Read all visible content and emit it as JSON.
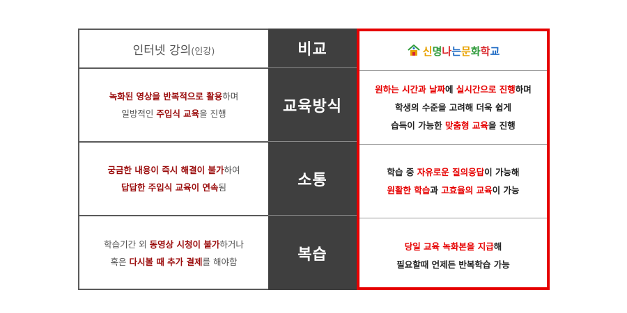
{
  "header": {
    "left_main": "인터넷 강의",
    "left_paren": "(인강)",
    "mid": "비교",
    "brand": {
      "chars": [
        {
          "t": "신",
          "color": "#e8a200"
        },
        {
          "t": "명",
          "color": "#2e9a3a"
        },
        {
          "t": "나",
          "color": "#d9262b"
        },
        {
          "t": "는",
          "color": "#1e6bc4"
        },
        {
          "t": "문",
          "color": "#e8a200"
        },
        {
          "t": "화",
          "color": "#2e9a3a"
        },
        {
          "t": "학",
          "color": "#d9262b"
        },
        {
          "t": "교",
          "color": "#1e6bc4"
        }
      ]
    }
  },
  "rows": [
    {
      "mid": "교육방식",
      "left": [
        [
          {
            "t": "녹화된 영상을 반복적으로 활용",
            "s": "dark"
          },
          {
            "t": "하며",
            "s": ""
          }
        ],
        [
          {
            "t": "일방적인 ",
            "s": ""
          },
          {
            "t": "주입식 교육",
            "s": "dark"
          },
          {
            "t": "을 진행",
            "s": ""
          }
        ]
      ],
      "right": [
        [
          {
            "t": "원하는 시간과 날짜",
            "s": "red"
          },
          {
            "t": "에 ",
            "s": ""
          },
          {
            "t": "실시간으로 진행",
            "s": "red"
          },
          {
            "t": "하며",
            "s": ""
          }
        ],
        [
          {
            "t": "학생의 수준을 고려해 더욱 쉽게",
            "s": ""
          }
        ],
        [
          {
            "t": "습득이 가능한 ",
            "s": ""
          },
          {
            "t": "맞춤형 교육",
            "s": "red"
          },
          {
            "t": "을 진행",
            "s": ""
          }
        ]
      ]
    },
    {
      "mid": "소통",
      "left": [
        [
          {
            "t": "궁금한 내용이 즉시 해결이 불가",
            "s": "dark"
          },
          {
            "t": "하여",
            "s": ""
          }
        ],
        [
          {
            "t": "답답한 주입식 교육이 연속",
            "s": "dark"
          },
          {
            "t": "됨",
            "s": ""
          }
        ]
      ],
      "right": [
        [
          {
            "t": "학습 중 ",
            "s": ""
          },
          {
            "t": "자유로운 질의응답",
            "s": "red"
          },
          {
            "t": "이 가능해",
            "s": ""
          }
        ],
        [
          {
            "t": "원활한 학습",
            "s": "red"
          },
          {
            "t": "과 ",
            "s": ""
          },
          {
            "t": "고효율의 교육",
            "s": "red"
          },
          {
            "t": "이 가능",
            "s": ""
          }
        ]
      ]
    },
    {
      "mid": "복습",
      "left": [
        [
          {
            "t": "학습기간 외 ",
            "s": ""
          },
          {
            "t": "동영상 시청이 불가",
            "s": "dark"
          },
          {
            "t": "하거나",
            "s": ""
          }
        ],
        [
          {
            "t": "혹은 ",
            "s": ""
          },
          {
            "t": "다시볼 때 추가 결제",
            "s": "dark"
          },
          {
            "t": "를 해야함",
            "s": ""
          }
        ]
      ],
      "right": [
        [
          {
            "t": "당일 교육 녹화본을 지급",
            "s": "red"
          },
          {
            "t": "해",
            "s": ""
          }
        ],
        [
          {
            "t": "필요할때 언제든 반복학습 가능",
            "s": ""
          }
        ]
      ]
    }
  ],
  "colors": {
    "red_border": "#e60000",
    "mid_bg": "#3f3f3f",
    "dark_emphasis": "#9b0d0d",
    "red_emphasis": "#e60000"
  }
}
